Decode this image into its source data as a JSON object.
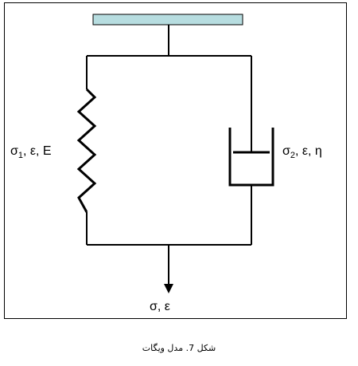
{
  "diagram": {
    "labels": {
      "spring_sigma": "σ",
      "spring_sub": "1",
      "spring_rest": ", ε, E",
      "damper_sigma": "σ",
      "damper_sub": "2",
      "damper_rest": ", ε, η",
      "output": "σ, ε"
    },
    "colors": {
      "support_fill": "#b7dde0",
      "stroke": "#000000"
    }
  },
  "caption": "شکل 7. مدل ویگات"
}
